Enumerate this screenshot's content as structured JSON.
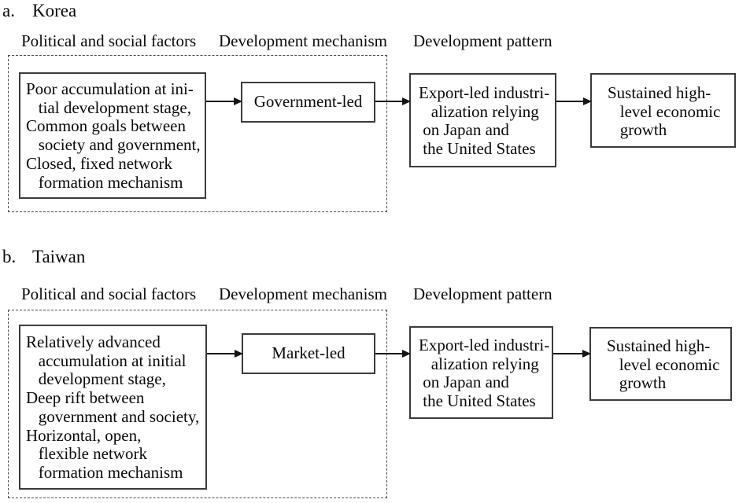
{
  "figure": {
    "background_color": "#ffffff",
    "text_color": "#0a0a0a",
    "box_border_color": "#3b3b3b",
    "dashed_border_color": "#4a4a4a",
    "arrow_color": "#141414"
  },
  "sections": [
    {
      "index_label": "a.",
      "title": "Korea",
      "column_headers": [
        "Political and social factors",
        "Development mechanism",
        "Development pattern"
      ],
      "factors_box": {
        "lines": [
          "Poor accumulation at ini-",
          "   tial development stage,",
          "Common goals between",
          "   society and government,",
          "Closed, fixed network",
          "   formation mechanism"
        ]
      },
      "mechanism_box": {
        "label": "Government-led"
      },
      "pattern_box": {
        "lines": [
          "Export-led industri-",
          "   alization relying",
          " on Japan and",
          " the United States"
        ]
      },
      "outcome_box": {
        "lines": [
          "Sustained high-",
          "   level economic",
          "   growth"
        ]
      }
    },
    {
      "index_label": "b.",
      "title": "Taiwan",
      "column_headers": [
        "Political and social factors",
        "Development mechanism",
        "Development pattern"
      ],
      "factors_box": {
        "lines": [
          "Relatively advanced",
          "   accumulation at initial",
          "   development stage,",
          "Deep rift between",
          "   government and society,",
          "Horizontal, open,",
          "   flexible network",
          "   formation mechanism"
        ]
      },
      "mechanism_box": {
        "label": "Market-led"
      },
      "pattern_box": {
        "lines": [
          "Export-led industri-",
          "   alization relying",
          " on Japan and",
          " the United States"
        ]
      },
      "outcome_box": {
        "lines": [
          "Sustained high-",
          "   level economic",
          "   growth"
        ]
      }
    }
  ]
}
